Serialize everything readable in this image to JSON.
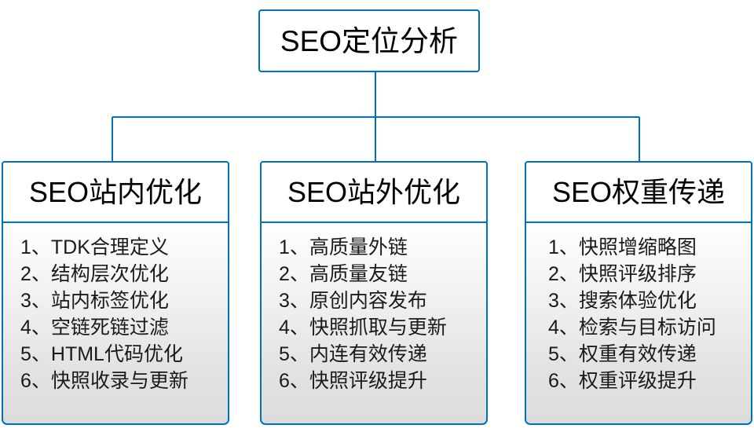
{
  "diagram": {
    "type": "org-chart",
    "accent_color": "#0070c0",
    "background_color": "#ffffff",
    "box_fill_header": "#ffffff",
    "box_fill_list_top": "#ffffff",
    "box_fill_list_bottom": "#dcdcdc",
    "text_color": "#000000",
    "root": {
      "label": "SEO定位分析"
    },
    "branches": [
      {
        "label": "SEO站内优化",
        "items": [
          "1、TDK合理定义",
          "2、结构层次优化",
          "3、站内标签优化",
          "4、空链死链过滤",
          "5、HTML代码优化",
          "6、快照收录与更新"
        ]
      },
      {
        "label": "SEO站外优化",
        "items": [
          "1、高质量外链",
          "2、高质量友链",
          "3、原创内容发布",
          "4、快照抓取与更新",
          "5、内连有效传递",
          "6、快照评级提升"
        ]
      },
      {
        "label": "SEO权重传递",
        "items": [
          "1、快照增缩略图",
          "2、快照评级排序",
          "3、搜索体验优化",
          "4、检索与目标访问",
          "5、权重有效传递",
          "6、权重评级提升"
        ]
      }
    ]
  }
}
